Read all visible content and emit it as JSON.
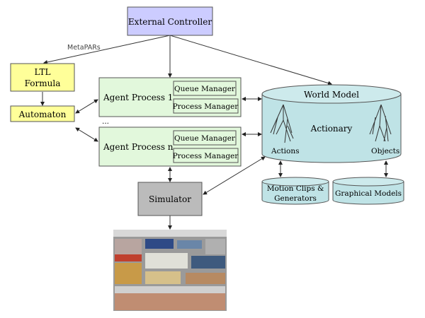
{
  "nodes": {
    "external_controller": "External Controller",
    "ltl_line1": "LTL",
    "ltl_line2": "Formula",
    "automaton": "Automaton",
    "agent1": "Agent Process 1",
    "agentn": "Agent Process n",
    "queue_manager": "Queue Manager",
    "process_manager": "Process Manager",
    "ellipsis": "...",
    "world_model": "World Model",
    "actionary": "Actionary",
    "actions": "Actions",
    "objects": "Objects",
    "motion_line1": "Motion Clips &",
    "motion_line2": "Generators",
    "graphical_models": "Graphical Models",
    "simulator": "Simulator"
  },
  "edges": {
    "metapars_label": "MetaPARs"
  },
  "colors": {
    "controller": "#ccccff",
    "ltl": "#ffff99",
    "agent": "#e2f8dc",
    "world": "#bfe3e6",
    "simulator": "#bbbbbb"
  }
}
